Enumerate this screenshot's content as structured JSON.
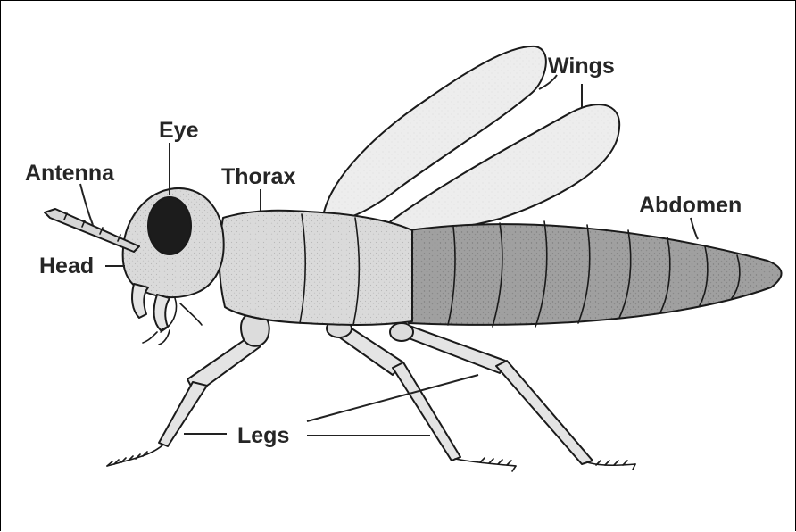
{
  "labels": {
    "wings": "Wings",
    "eye": "Eye",
    "antenna": "Antenna",
    "thorax": "Thorax",
    "abdomen": "Abdomen",
    "head": "Head",
    "legs": "Legs"
  },
  "colors": {
    "wing_fill": "#ececec",
    "body_fill": "#d8d8d8",
    "abdomen_fill": "#9c9c9c",
    "eye_fill": "#1c1c1c",
    "leg_fill": "#e4e4e4",
    "line": "#1a1a1a"
  }
}
